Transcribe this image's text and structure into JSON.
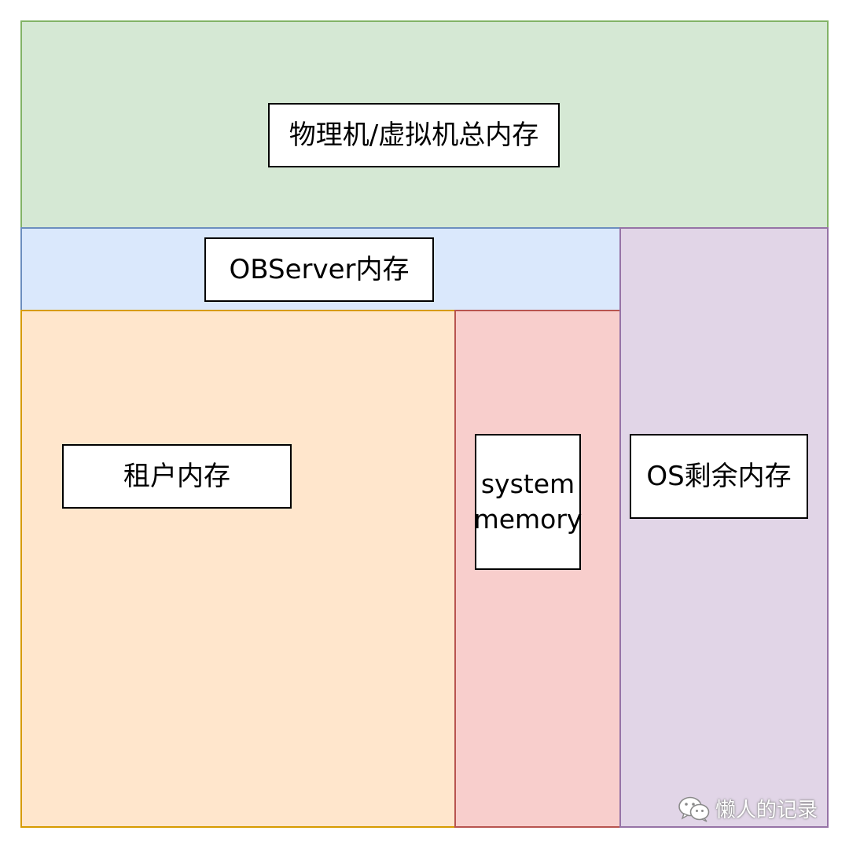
{
  "regions": {
    "total": {
      "label": "物理机/虚拟机总内存",
      "fill": "#d5e8d4",
      "stroke": "#82b366"
    },
    "observer": {
      "label": "OBServer内存",
      "fill": "#dae8fc",
      "stroke": "#6c8ebf"
    },
    "tenant": {
      "label": "租户内存",
      "fill": "#ffe6cc",
      "stroke": "#d79b00"
    },
    "system": {
      "label_line1": "system",
      "label_line2": "memory",
      "fill": "#f8cecc",
      "stroke": "#b85450"
    },
    "os": {
      "label": "OS剩余内存",
      "fill": "#e1d5e7",
      "stroke": "#9673a6"
    }
  },
  "watermark": {
    "icon": "wechat-icon",
    "text": "懒人的记录"
  }
}
